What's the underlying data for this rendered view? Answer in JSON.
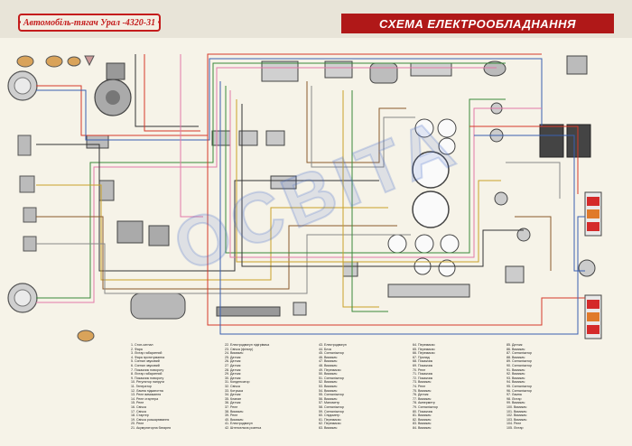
{
  "header": {
    "vehicle_title": "• Автомобіль-тягач Урал -4320-31 •",
    "diagram_title": "СХЕМА ЕЛЕКТРООБЛАДНАННЯ"
  },
  "watermark": "ОСВІТА",
  "legend": {
    "col1": [
      "1. Стоп-сигнал",
      "2. Фара",
      "3. Ліхтар габаритний",
      "4. Фара протитуманна",
      "5. Сигнал звуковий",
      "6. Сигнал звуковий",
      "7. Покажчик повороту",
      "8. Ліхтар габаритний",
      "9. Покажчик повороту",
      "10. Регулятор напруги",
      "11. Генератор",
      "12. Лампа підкапотна",
      "13. Реле вимикання",
      "14. Реле стартера",
      "15. Реле",
      "16. Свічка",
      "17. Свічка",
      "18. Стартер",
      "19. Свічка розжарювання",
      "20. Реле",
      "21. Акумуляторна батарея"
    ],
    "col2": [
      "22. Електродвигун підігрівача",
      "23. Свічка (фільтр)",
      "24. Вимикач",
      "25. Датчик",
      "26. Датчик",
      "27. Датчик",
      "28. Датчик",
      "29. Датчик",
      "30. Датчик",
      "31. Конденсатор",
      "32. Свічка",
      "33. Котушка",
      "34. Датчик",
      "35. Клапан",
      "36. Датчик",
      "37. Реле",
      "38. Вимикач",
      "39. Реле",
      "40. Вимикач",
      "41. Електродвигун",
      "42. Штепсельна розетка"
    ],
    "col3": [
      "43. Електродвигун",
      "44. Блок",
      "45. Сигналізатор",
      "46. Вимикач",
      "47. Вимикач",
      "48. Вимикач",
      "49. Перемикач",
      "50. Вимикач",
      "51. Сигналізатор",
      "52. Вимикач",
      "53. Вимикач",
      "54. Вимикач",
      "55. Сигналізатор",
      "56. Вимикач",
      "57. Манометр",
      "58. Сигналізатор",
      "59. Сигналізатор",
      "60. Спідометр",
      "61. Перемикач",
      "62. Перемикач",
      "63. Вимикач"
    ],
    "col4": [
      "64. Перемикач",
      "65. Перемикач",
      "66. Перемикач",
      "67. Прилад",
      "68. Покажчик",
      "69. Покажчик",
      "70. Реле",
      "71. Покажчик",
      "72. Покажчик",
      "73. Вимикач",
      "74. Реле",
      "75. Вимикач",
      "76. Датчик",
      "77. Вимикач",
      "78. Амперметр",
      "79. Сигналізатор",
      "80. Покажчик",
      "81. Вимикач",
      "82. Вимикач",
      "83. Вимикач",
      "84. Вимикач"
    ],
    "col5": [
      "85. Датчик",
      "86. Вимикач",
      "87. Сигналізатор",
      "88. Вимикач",
      "89. Сигналізатор",
      "90. Сигналізатор",
      "91. Вимикач",
      "92. Вимикач",
      "93. Вимикач",
      "94. Вимикач",
      "95. Сигналізатор",
      "96. Сигналізатор",
      "97. Лампа",
      "98. Ліхтар",
      "99. Вимикач",
      "100. Вимикач",
      "101. Вимикач",
      "102. Вимикач",
      "103. Вимикач",
      "104. Реле",
      "105. Ліхтар"
    ]
  },
  "colors": {
    "banner": "#b01818",
    "title_border": "#c41c1c",
    "wire_red": "#d63a2a",
    "wire_blue": "#3a5fb0",
    "wire_green": "#3a8a3a",
    "wire_black": "#333333",
    "wire_yellow": "#c9a227",
    "wire_pink": "#e27aa8",
    "wire_brown": "#8a5a2a",
    "wire_gray": "#888888"
  }
}
